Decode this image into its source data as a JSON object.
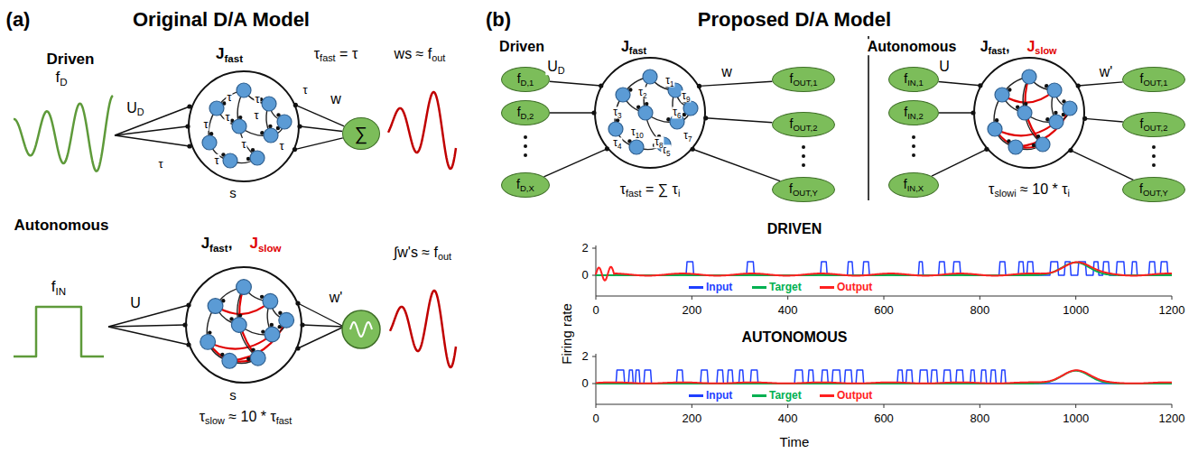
{
  "diagram": {
    "nodes": [
      {
        "text": [
          "Jfast"
        ]
      },
      {
        "text": [
          "∑"
        ]
      },
      {
        "text": [
          "Jfast,",
          "Jslow"
        ]
      },
      {
        "text": [
          "fD,1"
        ]
      },
      {
        "text": [
          "fD,2"
        ]
      },
      {
        "text": [
          "fD,X"
        ]
      },
      {
        "text": [
          "Jfast"
        ]
      },
      {
        "text": [
          "fOUT,1"
        ]
      },
      {
        "text": [
          "fOUT,2"
        ]
      },
      {
        "text": [
          "fOUT,Y"
        ]
      },
      {
        "text": [
          "fIN,1"
        ]
      },
      {
        "text": [
          "fIN,2"
        ]
      },
      {
        "text": [
          "fIN,X"
        ]
      },
      {
        "text": [
          "Jfast,",
          "Jslow"
        ]
      },
      {
        "text": [
          "fOUT,1"
        ]
      },
      {
        "text": [
          "fOUT,2"
        ]
      },
      {
        "text": [
          "fOUT,Y"
        ]
      }
    ],
    "edges": [
      {
        "from": 0,
        "to": 1,
        "label": "w",
        "arrow": "none"
      },
      {
        "from": 0,
        "to": 1,
        "arrow": "none"
      },
      {
        "from": 0,
        "to": 1,
        "arrow": "none"
      },
      {
        "from": 3,
        "to": 6,
        "label": "UD",
        "arrow": "none"
      },
      {
        "from": 4,
        "to": 6,
        "arrow": "none"
      },
      {
        "from": 5,
        "to": 6,
        "arrow": "none"
      },
      {
        "from": 6,
        "to": 7,
        "label": "w",
        "arrow": "none"
      },
      {
        "from": 6,
        "to": 8,
        "arrow": "none"
      },
      {
        "from": 6,
        "to": 9,
        "arrow": "none"
      },
      {
        "from": 10,
        "to": 13,
        "label": "U",
        "arrow": "none"
      },
      {
        "from": 11,
        "to": 13,
        "arrow": "none"
      },
      {
        "from": 12,
        "to": 13,
        "arrow": "none"
      },
      {
        "from": 13,
        "to": 14,
        "label": "w'",
        "arrow": "none"
      },
      {
        "from": 13,
        "to": 15,
        "arrow": "none"
      },
      {
        "from": 13,
        "to": 16,
        "arrow": "none"
      }
    ],
    "labels": [
      "(a)",
      "Original D/A Model",
      "Driven",
      "fD",
      "UD",
      "τfast = τ",
      "τ",
      "τ",
      "τ",
      "τ",
      "τ",
      "τ",
      "τ",
      "τ",
      "τ",
      "τ",
      "s",
      "ws ≈ fout",
      "Autonomous",
      "fIN",
      "U",
      "s",
      "w'",
      "∫w's ≈ fout",
      "τslow ≈ 10 * τfast",
      "(b)",
      "Proposed D/A Model",
      "Driven",
      "Autonomous",
      "τ1",
      "τ2",
      "τ3",
      "τ4",
      "τ5",
      "τ6",
      "τ7",
      "τ8",
      "τ9",
      "τ10",
      "τfast = ∑ τi",
      "τslowi ≈ 10 * τi",
      "DRIVEN",
      "2",
      "0",
      "0",
      "200",
      "400",
      "600",
      "800",
      "1000",
      "1200",
      "AUTONOMOUS",
      "2",
      "0",
      "0",
      "200",
      "400",
      "600",
      "800",
      "1000",
      "1200",
      "Firing rate",
      "Time"
    ],
    "legend": [
      {
        "text": "Input",
        "color": "#1f3fff"
      },
      {
        "text": "Target",
        "color": "#00b050"
      },
      {
        "text": "Output",
        "color": "#ff2020"
      },
      {
        "text": "Input",
        "color": "#1f3fff"
      },
      {
        "text": "Target",
        "color": "#00b050"
      },
      {
        "text": "Output",
        "color": "#ff2020"
      }
    ]
  }
}
